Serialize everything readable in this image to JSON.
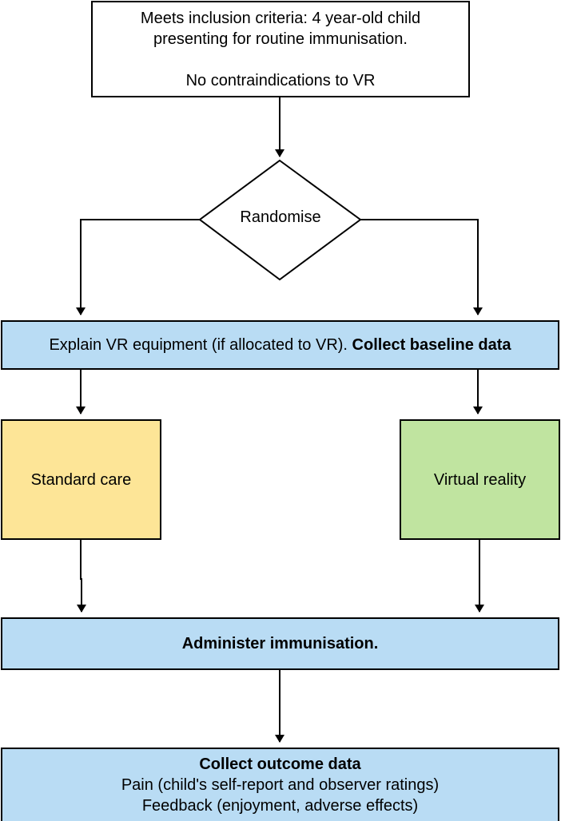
{
  "nodes": {
    "inclusion": {
      "line1": "Meets inclusion criteria: 4 year-old child",
      "line2": "presenting for routine immunisation.",
      "line3": "No contraindications to VR"
    },
    "randomise": {
      "label": "Randomise"
    },
    "explain": {
      "text": "Explain VR equipment (if allocated to VR).",
      "bold": "Collect baseline data"
    },
    "standard_care": {
      "label": "Standard care"
    },
    "virtual_reality": {
      "label": "Virtual reality"
    },
    "administer": {
      "label": "Administer immunisation."
    },
    "outcome": {
      "title": "Collect outcome data",
      "line1": "Pain (child's self-report and observer ratings)",
      "line2": "Feedback (enjoyment, adverse effects)"
    }
  },
  "colors": {
    "blue_box": "#b9dcf4",
    "yellow_box": "#fde597",
    "green_box": "#c0e4a0",
    "stroke": "#000000"
  }
}
